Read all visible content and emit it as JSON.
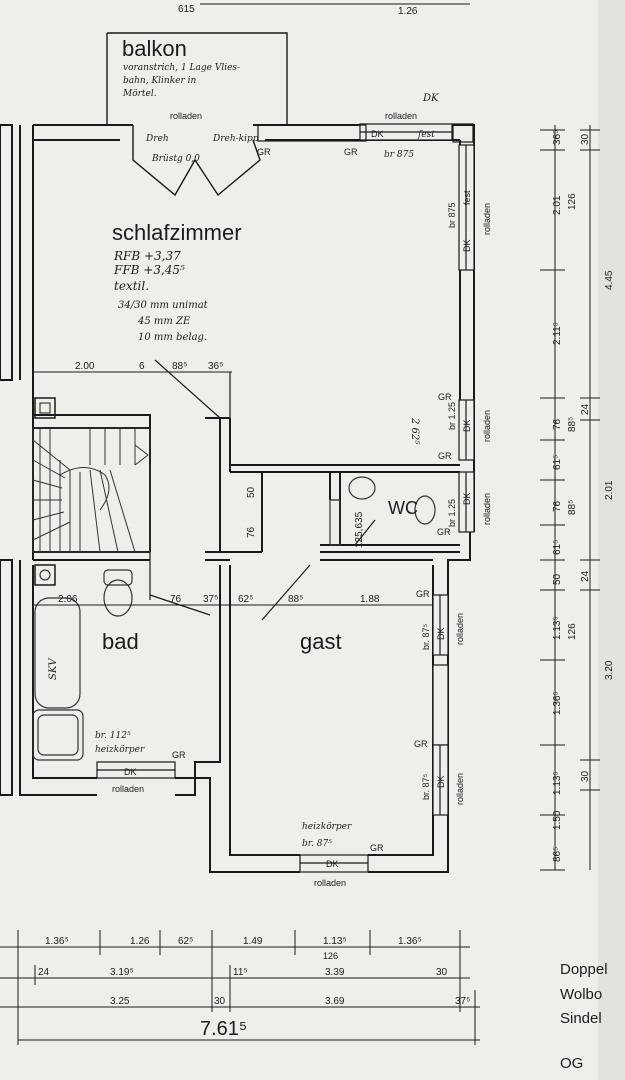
{
  "rooms": {
    "balkon": {
      "name": "balkon",
      "note": [
        "voranstrich, 1 Lage Vlies-",
        "bahn, Klinker in",
        "Mörtel."
      ]
    },
    "schlafzimmer": {
      "name": "schlafzimmer",
      "specs": [
        "RFB +3,37",
        "FFB +3,45⁵",
        "textil."
      ],
      "layers": [
        "34/30 mm unimat",
        "45 mm ZE",
        "10 mm belag."
      ]
    },
    "wc": {
      "name": "WC"
    },
    "bad": {
      "name": "bad"
    },
    "gast": {
      "name": "gast"
    }
  },
  "labels": {
    "rolladen": "rolladen",
    "gr": "GR",
    "dk": "DK",
    "fest": "fest",
    "dreh": "Dreh",
    "drehkipp": "Dreh-kipp",
    "bruestung": "Brüstg 0,0",
    "br875": "br 875",
    "br875v": "br. 87⁵",
    "br125": "br 1.25",
    "br112": "br. 112⁵",
    "heizkoerper": "heizkörper",
    "heizkoerper_gast": "heizkörper",
    "br875_gast": "br. 87⁵",
    "dk_note": "DK",
    "skv": "SKV",
    "stair_note": "2 62⁵"
  },
  "dims_inner": {
    "top_row": [
      "2.00",
      "6",
      "88⁵",
      "36⁵"
    ],
    "mid_row": [
      "2.06",
      "76",
      "37⁵",
      "62⁵",
      "88⁵",
      "1.88"
    ],
    "v_50": "50",
    "v_76": "76",
    "v_125": "125,635"
  },
  "dims_bottom": {
    "row1": [
      "1.36⁵",
      "1.26",
      "62⁵",
      "1.49",
      "1.13⁵",
      "1.36⁵"
    ],
    "row1_sub": "126",
    "row2": [
      "24",
      "3.19⁵",
      "11⁵",
      "3.39",
      "30"
    ],
    "row3": [
      "3.25",
      "30",
      "3.69",
      "37⁵"
    ],
    "total": "7.61⁵"
  },
  "dims_right": {
    "col1": [
      "36⁵",
      "2.01",
      "2.11⁵",
      "76",
      "61⁵",
      "76",
      "61⁵",
      "50",
      "1.13⁵",
      "1.36⁵",
      "1.13⁵",
      "1.50",
      "86⁵"
    ],
    "col2": [
      "30",
      "126",
      "24",
      "88⁵",
      "88⁵",
      "24",
      "126",
      "30"
    ],
    "col3": [
      "4.45",
      "2.01",
      "3.20"
    ]
  },
  "top_dims": [
    "615",
    "1.26"
  ],
  "title_block": [
    "Doppel",
    "Wolbo",
    "Sindel",
    "OG"
  ]
}
